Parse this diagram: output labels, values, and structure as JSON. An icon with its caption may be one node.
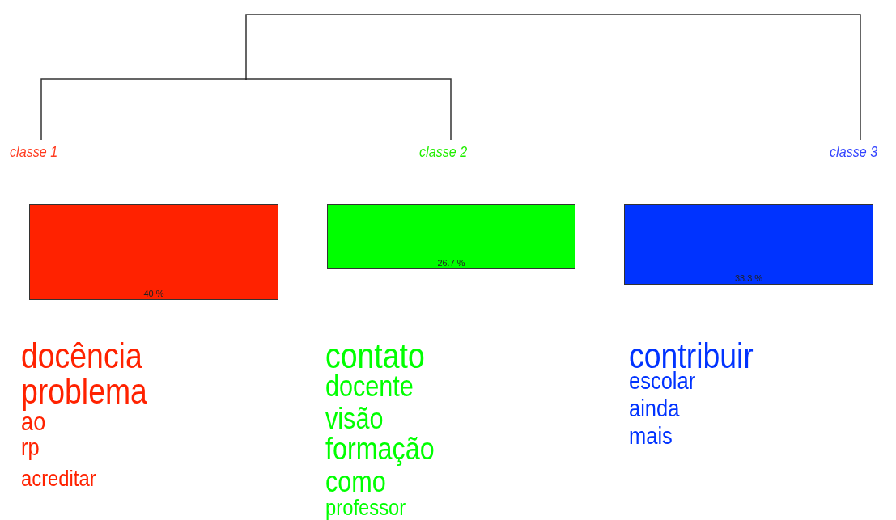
{
  "diagram": {
    "nodes": [
      {
        "text": [
          "classe  1"
        ]
      },
      {
        "text": [
          "classe  2"
        ]
      },
      {
        "text": [
          "classe  3"
        ]
      },
      {
        "text": [],
        "shape": "point"
      },
      {
        "text": [
          "40 %"
        ],
        "beside": [
          "docência",
          "problema",
          "ao",
          "rp",
          "acreditar"
        ]
      },
      {
        "text": [
          "26.7 %"
        ],
        "beside": [
          "contato",
          "docente",
          "visão",
          "formação",
          "como",
          "professor"
        ]
      },
      {
        "text": [
          "33.3 %"
        ],
        "beside": [
          "contribuir",
          "escolar",
          "ainda",
          "mais"
        ]
      }
    ],
    "edges": [
      {
        "from": 0,
        "to": 3,
        "arrow": "none"
      },
      {
        "from": 1,
        "to": 3,
        "arrow": "none"
      },
      {
        "from": 3,
        "to": 2,
        "arrow": "none"
      }
    ]
  }
}
